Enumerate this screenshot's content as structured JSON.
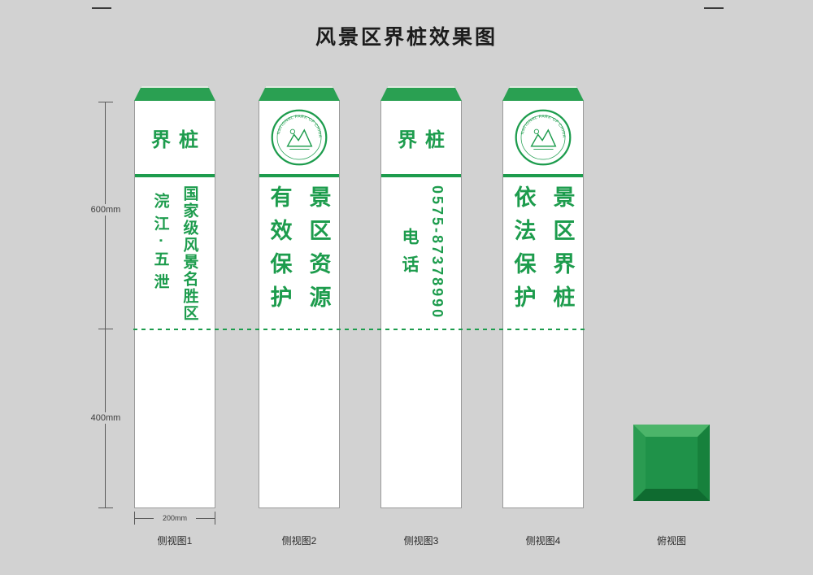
{
  "title": "风景区界桩效果图",
  "logo_text": "NATIONAL PARK OF CHINA",
  "pillars": [
    {
      "header": "界桩",
      "line1": "国家级风景名胜区",
      "line2": "浣江·五泄",
      "caption": "侧视图1"
    },
    {
      "header": "",
      "line1": "景区资源",
      "line2": "有效保护",
      "caption": "侧视图2"
    },
    {
      "header": "界桩",
      "line1": "0575-87378990",
      "line2": "电话",
      "caption": "侧视图3"
    },
    {
      "header": "",
      "line1": "景区界桩",
      "line2": "依法保护",
      "caption": "侧视图4"
    }
  ],
  "top_view": {
    "caption": "俯视图"
  },
  "dimensions": {
    "height_upper": "600mm",
    "height_lower": "400mm",
    "width": "200mm"
  },
  "colors": {
    "green": "#1d9c4d",
    "cap_green": "#2aa052",
    "background": "#d2d2d2"
  }
}
